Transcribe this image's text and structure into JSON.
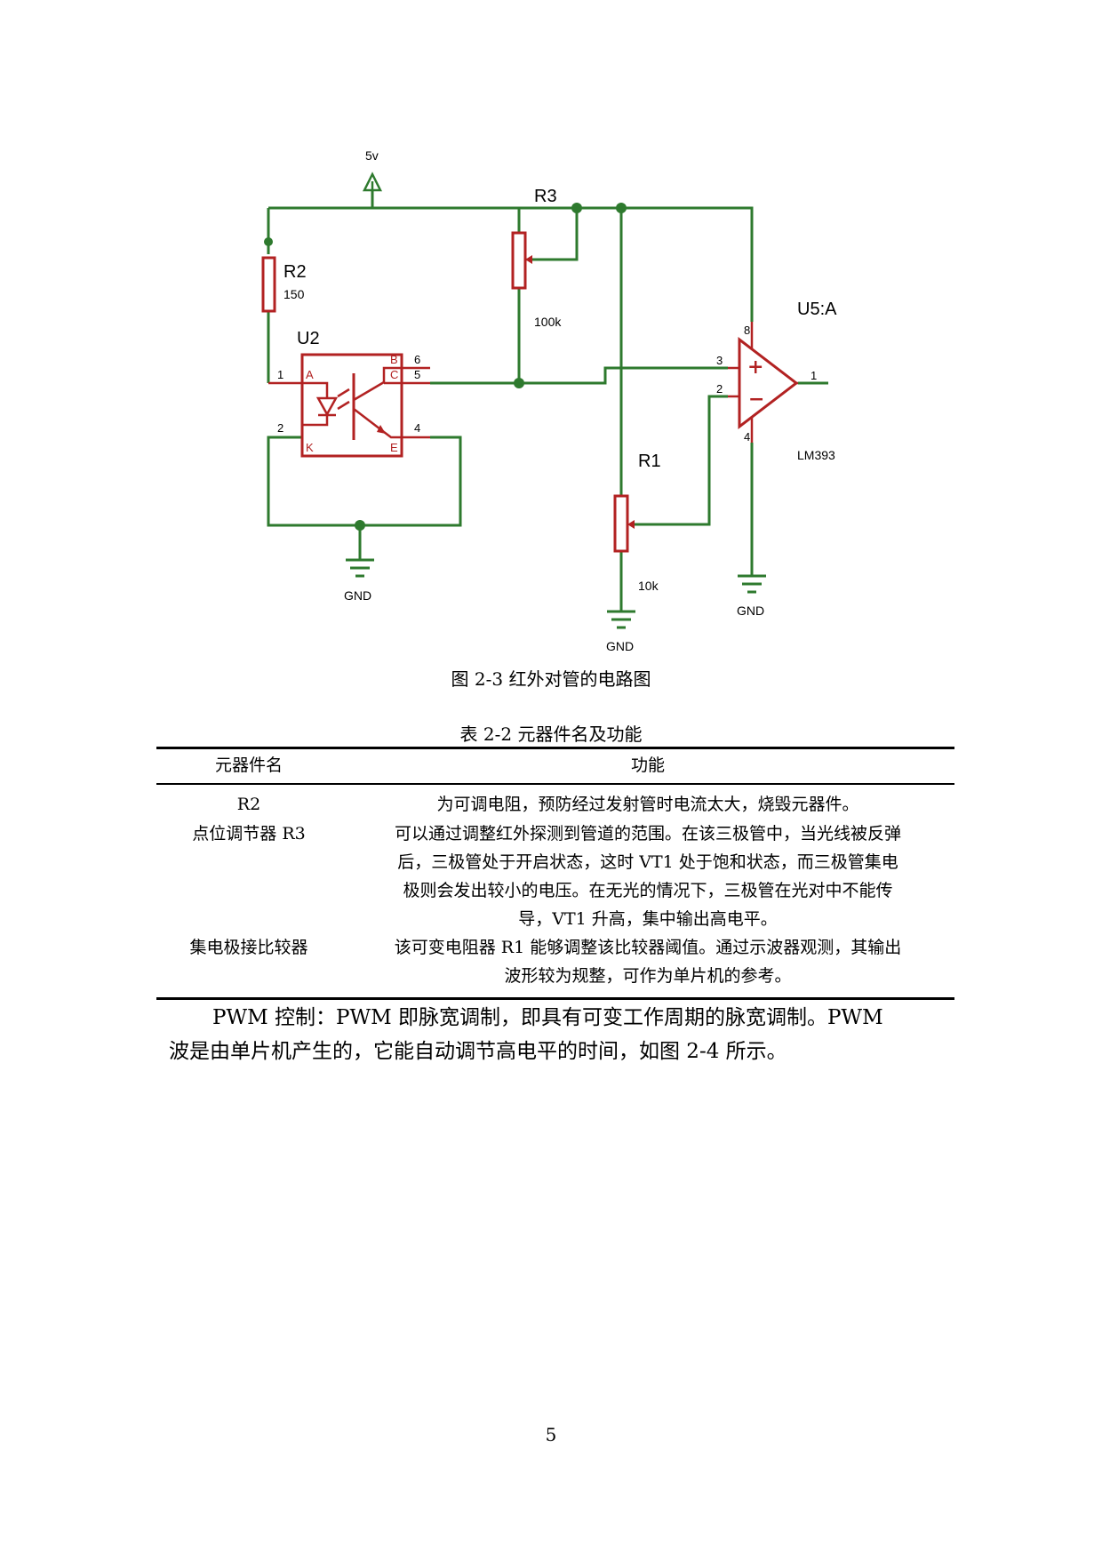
{
  "figure": {
    "caption": "图 2-3 红外对管的电路图",
    "power_label": "5v",
    "r3": {
      "ref": "R3",
      "value": "100k"
    },
    "r2": {
      "ref": "R2",
      "value": "150"
    },
    "u2": {
      "ref": "U2",
      "pins": [
        "1",
        "2",
        "4",
        "5",
        "6"
      ],
      "pin_names": [
        "A",
        "K",
        "B",
        "C",
        "E"
      ]
    },
    "u5": {
      "ref": "U5:A",
      "part": "LM393",
      "pins": [
        "8",
        "3",
        "2",
        "1",
        "4"
      ],
      "plus": "+",
      "minus": "−"
    },
    "r1": {
      "ref": "R1",
      "value": "10k"
    },
    "gnd_label": "GND",
    "wire_color": "#2e7a2e",
    "component_color": "#b22222"
  },
  "table": {
    "title": "表 2-2 元器件名及功能",
    "headers": [
      "元器件名",
      "功能"
    ],
    "rows": [
      {
        "name": "R2",
        "lines": [
          "为可调电阻，预防经过发射管时电流太大，烧毁元器件。"
        ]
      },
      {
        "name": "点位调节器 R3",
        "lines": [
          "可以通过调整红外探测到管道的范围。在该三极管中，当光线被反弹",
          "后，三极管处于开启状态，这时 VT1 处于饱和状态，而三极管集电",
          "极则会发出较小的电压。在无光的情况下，三极管在光对中不能传",
          "导，VT1 升高，集中输出高电平。"
        ]
      },
      {
        "name": "集电极接比较器",
        "lines": [
          "该可变电阻器 R1 能够调整该比较器阈值。通过示波器观测，其输出",
          "波形较为规整，可作为单片机的参考。"
        ]
      }
    ]
  },
  "paragraph": {
    "line1": "PWM 控制：PWM 即脉宽调制，即具有可变工作周期的脉宽调制。PWM",
    "line2": "波是由单片机产生的，它能自动调节高电平的时间，如图 2-4 所示。"
  },
  "page_number": "5"
}
